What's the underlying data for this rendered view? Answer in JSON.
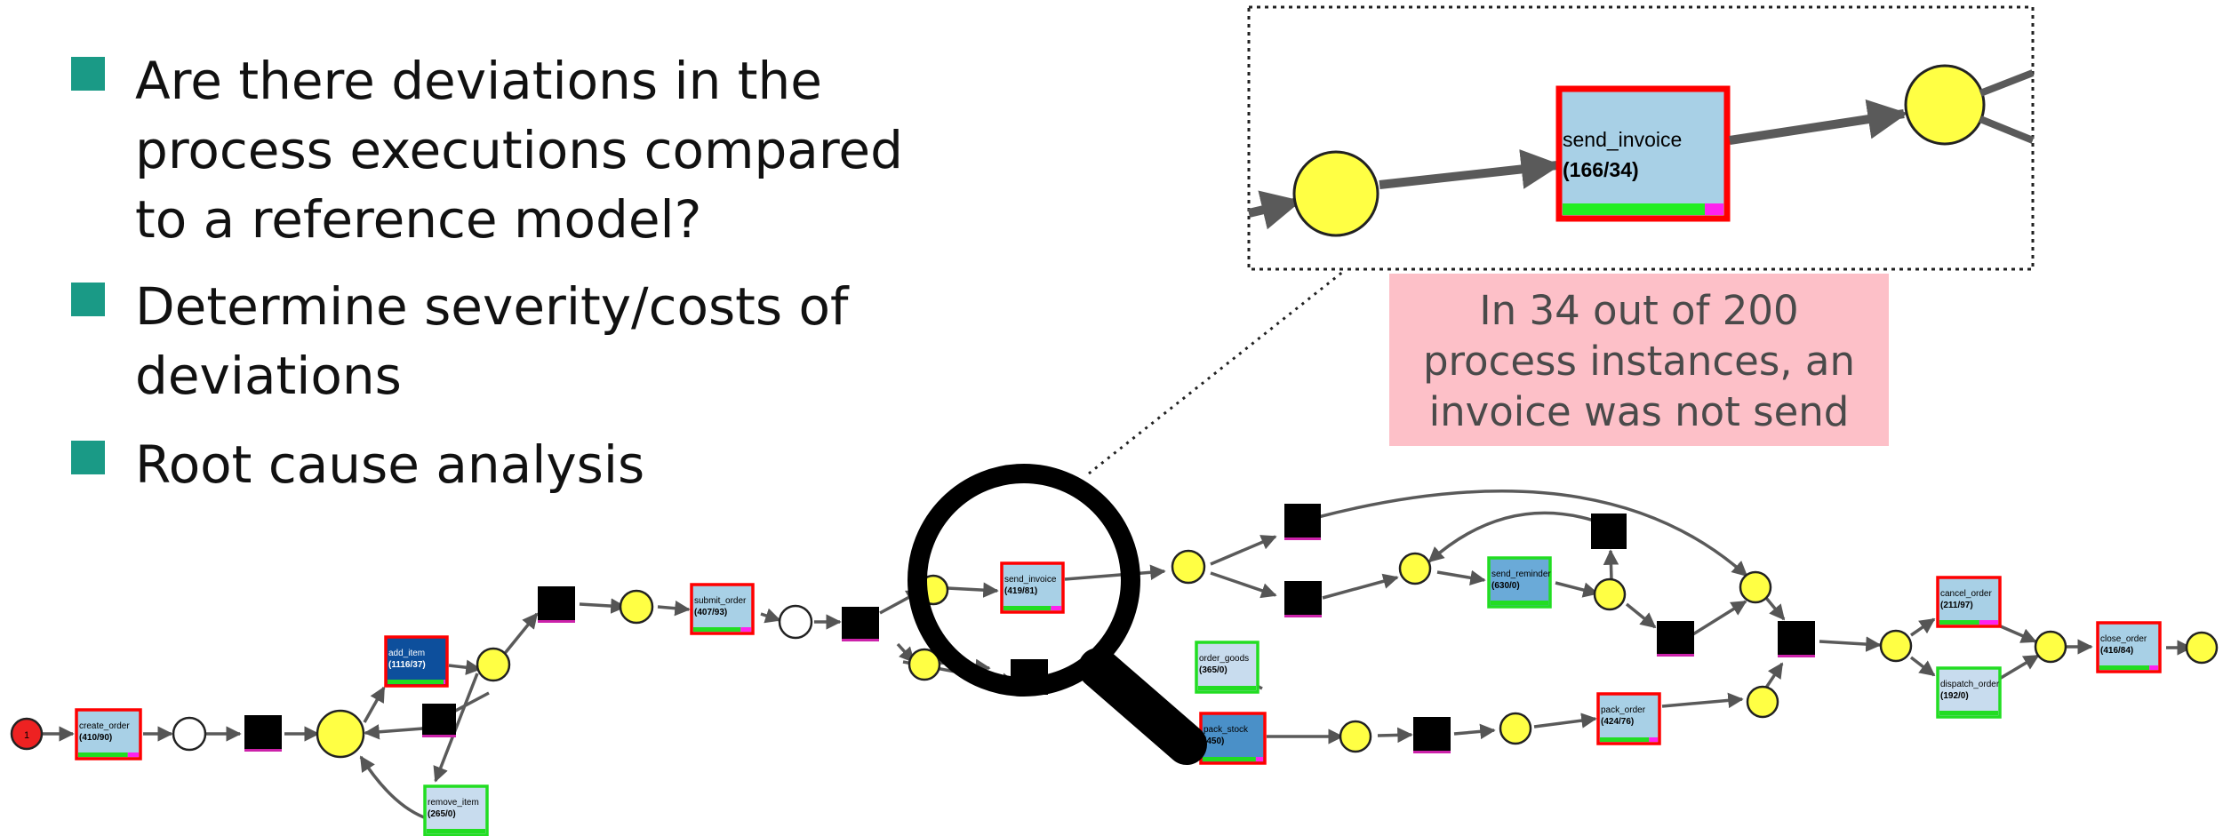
{
  "bullets": [
    "Are there deviations in the\nprocess executions compared\nto a reference model?",
    "Determine severity/costs of\ndeviations",
    "Root cause analysis"
  ],
  "callout": "In 34 out of 200\nprocess instances, an\ninvoice was not send",
  "zoom": {
    "transition_label": "send_invoice",
    "transition_counts": "(166/34)"
  },
  "model": {
    "start_token": "1",
    "transitions": [
      {
        "label": "create_order",
        "counts": "(410/90)"
      },
      {
        "label": "add_item",
        "counts": "(1116/37)"
      },
      {
        "label": "remove_item",
        "counts": "(265/0)"
      },
      {
        "label": "submit_order",
        "counts": "(407/93)"
      },
      {
        "label": "send_invoice",
        "counts": "(419/81)"
      },
      {
        "label": "order_goods",
        "counts": "(365/0)"
      },
      {
        "label": "pack_stock",
        "counts": "(450)"
      },
      {
        "label": "send_reminder",
        "counts": "(630/0)"
      },
      {
        "label": "pack_order",
        "counts": "(424/76)"
      },
      {
        "label": "cancel_order",
        "counts": "(211/97)"
      },
      {
        "label": "dispatch_order",
        "counts": "(192/0)"
      },
      {
        "label": "close_order",
        "counts": "(416/84)"
      }
    ]
  },
  "colors": {
    "bullet_square": "#1a9a86",
    "callout_bg": "#fdc0c8",
    "place_fill": "#ffff44",
    "transition_fill": "#a8d0e6",
    "transition_dark": "#0d4f9c",
    "deviation_border": "#ff0000",
    "conforming_border": "#22dd22",
    "arc": "#5a5a5a"
  }
}
